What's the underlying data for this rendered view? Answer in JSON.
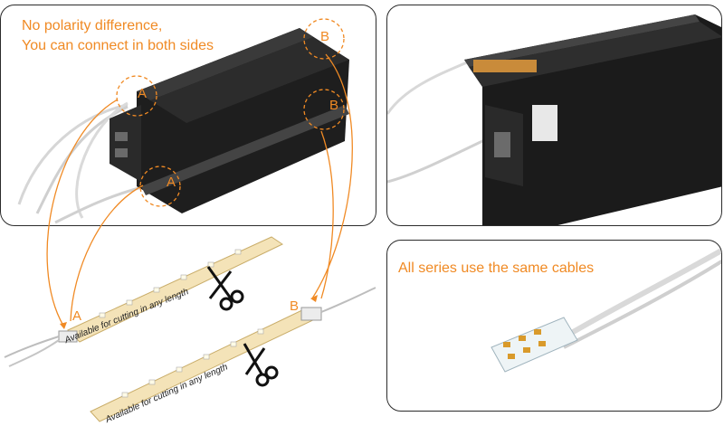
{
  "panel1": {
    "line1": "No polarity difference,",
    "line2": "You can connect in both sides",
    "labels": [
      "A",
      "B",
      "B",
      "A"
    ]
  },
  "strips": {
    "label_a": "A",
    "label_b": "B",
    "cut_text": "Available for cutting in any length"
  },
  "panel3": {
    "caption": "All series use the same cables"
  },
  "colors": {
    "accent": "#f08a24",
    "profile": "#1e1e1e",
    "border": "#2b2b2b"
  }
}
